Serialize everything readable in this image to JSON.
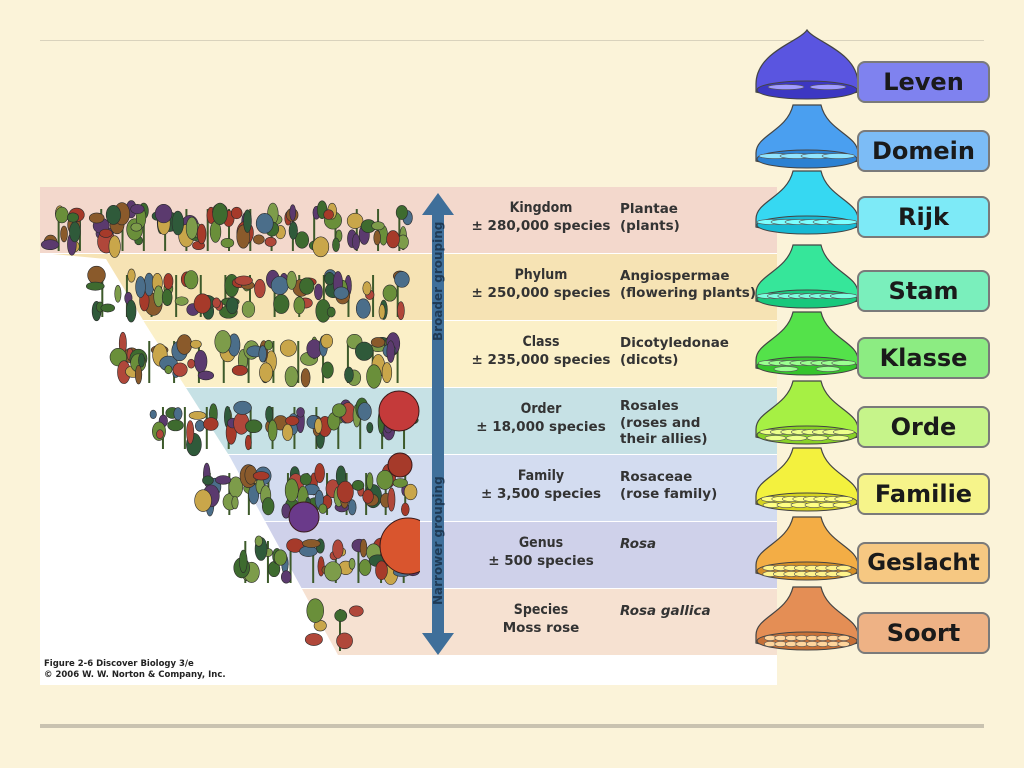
{
  "figure": {
    "ranks": [
      {
        "rank": "Kingdom",
        "count": "± 280,000 species",
        "group_line1": "Plantae",
        "group_line2": "(plants)",
        "group_line3": "",
        "italic": false,
        "color": "#f3d8cc"
      },
      {
        "rank": "Phylum",
        "count": "± 250,000 species",
        "group_line1": "Angiospermae",
        "group_line2": "(flowering plants)",
        "group_line3": "",
        "italic": false,
        "color": "#f6e3b4"
      },
      {
        "rank": "Class",
        "count": "± 235,000 species",
        "group_line1": "Dicotyledonae",
        "group_line2": "(dicots)",
        "group_line3": "",
        "italic": false,
        "color": "#fbf0c8"
      },
      {
        "rank": "Order",
        "count": "± 18,000 species",
        "group_line1": "Rosales",
        "group_line2": "(roses and",
        "group_line3": "their allies)",
        "italic": false,
        "color": "#c6e1e5"
      },
      {
        "rank": "Family",
        "count": "± 3,500 species",
        "group_line1": "Rosaceae",
        "group_line2": "(rose family)",
        "group_line3": "",
        "italic": false,
        "color": "#d3dcf0"
      },
      {
        "rank": "Genus",
        "count": "± 500 species",
        "group_line1": "Rosa",
        "group_line2": "",
        "group_line3": "",
        "italic": true,
        "color": "#cfd1ea"
      },
      {
        "rank": "Species",
        "count": "Moss rose",
        "group_line1": "Rosa gallica",
        "group_line2": "",
        "group_line3": "",
        "italic": true,
        "color": "#f6e1d1"
      }
    ],
    "arrow_top_label": "Broader grouping",
    "arrow_bottom_label": "Narrower grouping",
    "caption_line1": "Figure 2-6  Discover Biology 3/e",
    "caption_line2": "© 2006 W. W. Norton & Company, Inc."
  },
  "dutch_ranks": [
    {
      "label": "Leven",
      "color": "#5a55e0",
      "box": "#7f82ef"
    },
    {
      "label": "Domein",
      "color": "#4a9ff0",
      "box": "#7cbcf6"
    },
    {
      "label": "Rijk",
      "color": "#36d8f2",
      "box": "#7deaf7"
    },
    {
      "label": "Stam",
      "color": "#36e69a",
      "box": "#7aefbc"
    },
    {
      "label": "Klasse",
      "color": "#54e24a",
      "box": "#8cec82"
    },
    {
      "label": "Orde",
      "color": "#a6f044",
      "box": "#c6f48a"
    },
    {
      "label": "Familie",
      "color": "#f3f13e",
      "box": "#f6f48a"
    },
    {
      "label": "Geslacht",
      "color": "#f3ad45",
      "box": "#f6c882"
    },
    {
      "label": "Soort",
      "color": "#e48e55",
      "box": "#eeb285"
    }
  ]
}
